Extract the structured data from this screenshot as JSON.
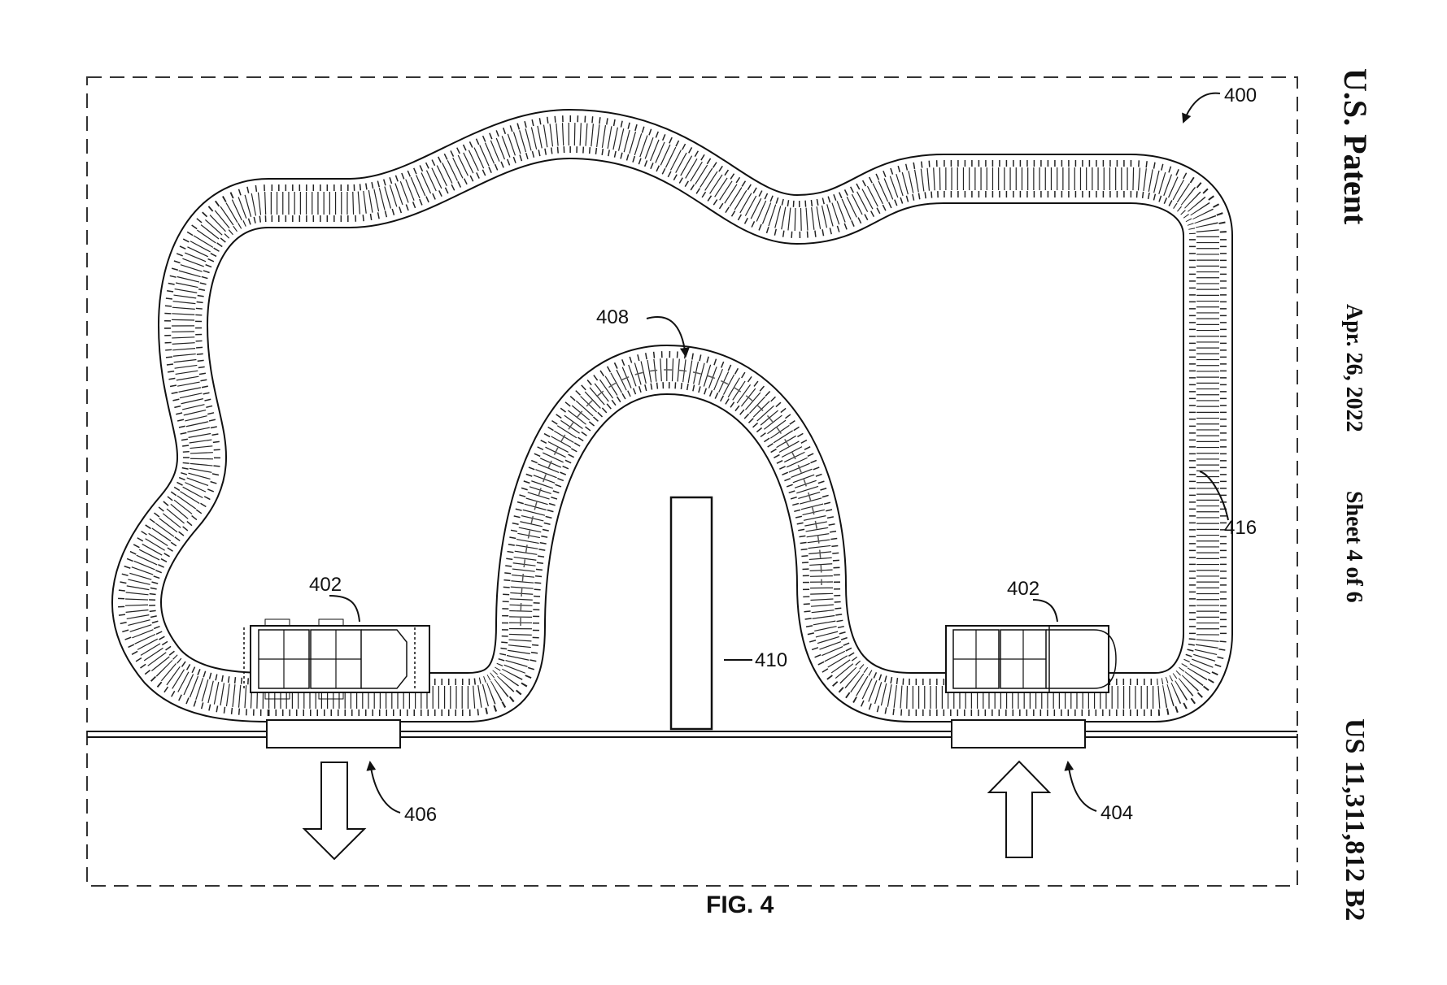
{
  "header": {
    "publication": "U.S. Patent",
    "date": "Apr. 26, 2022",
    "sheet": "Sheet 4 of 6",
    "patent_number": "US 11,311,812 B2"
  },
  "figure": {
    "caption": "FIG. 4",
    "labels": {
      "system": "400",
      "vehicle_left": "402",
      "vehicle_right": "402",
      "entry": "404",
      "exit": "406",
      "inner_track": "408",
      "column": "410",
      "outer_track": "416"
    }
  }
}
